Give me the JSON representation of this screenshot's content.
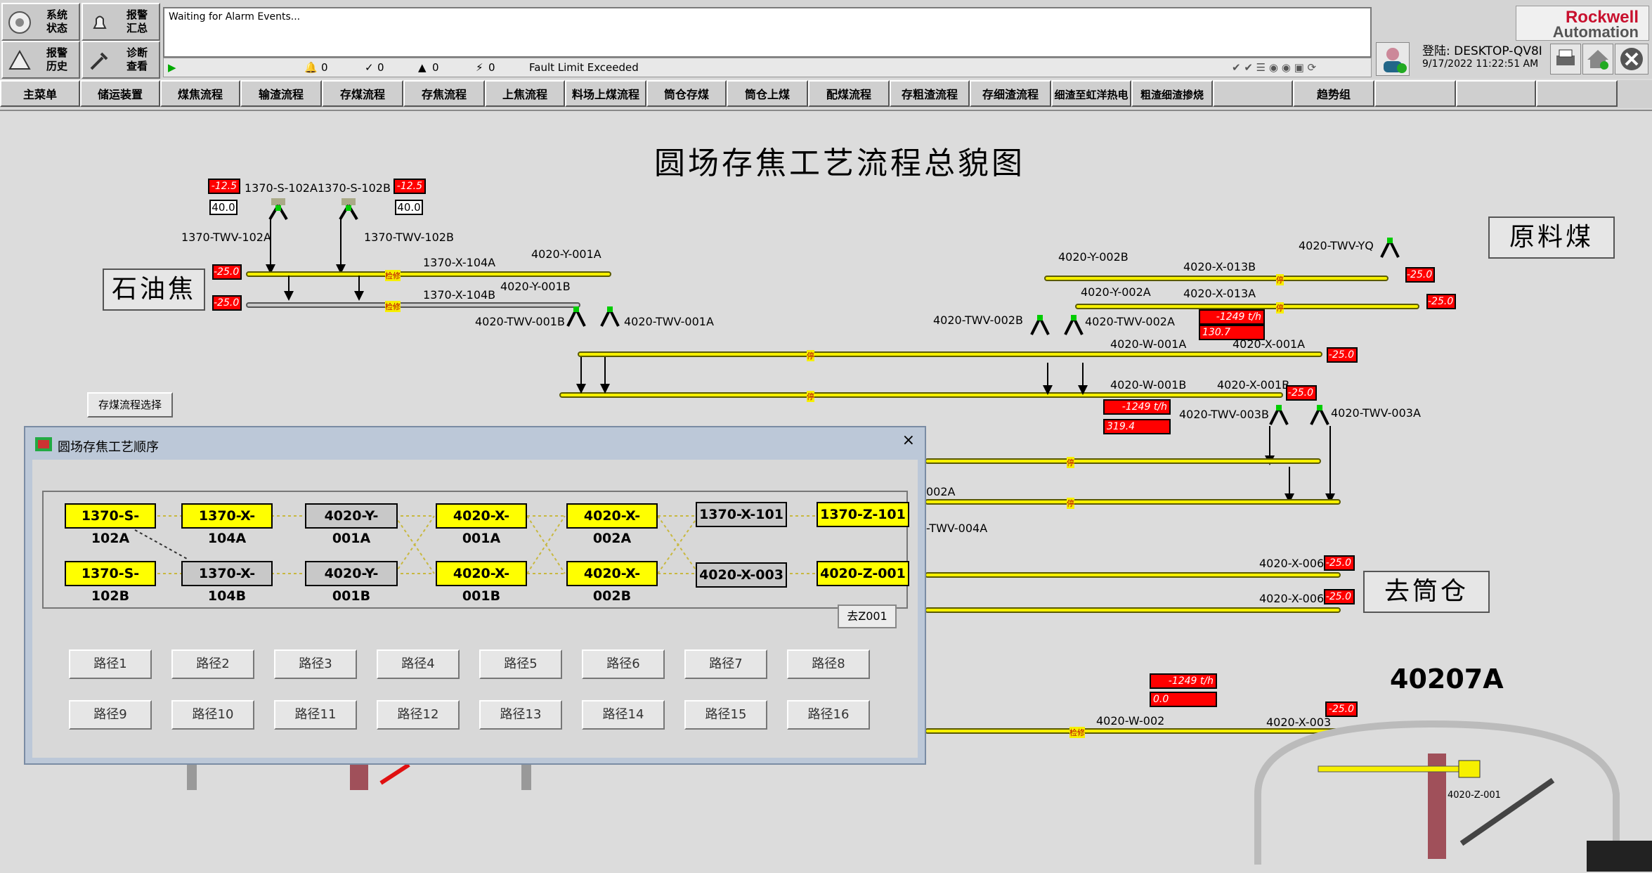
{
  "header": {
    "buttons": [
      {
        "label": "系统\n状态",
        "icon": "system-status-icon"
      },
      {
        "label": "报警\n汇总",
        "icon": "alarm-bell-icon"
      },
      {
        "label": "报警\n历史",
        "icon": "alarm-history-icon"
      },
      {
        "label": "诊断\n查看",
        "icon": "diagnostic-tools-icon"
      }
    ],
    "alarm_text": "Waiting for Alarm Events...",
    "alarm_counts": [
      "0",
      "0",
      "0",
      "0"
    ],
    "fault_text": "Fault Limit Exceeded",
    "brand_line1": "Rockwell",
    "brand_line2": "Automation",
    "login_label": "登陆: DESKTOP-QV8I",
    "datetime": "9/17/2022 11:22:51 AM"
  },
  "menu": [
    "主菜单",
    "储运装置",
    "煤焦流程",
    "输渣流程",
    "存煤流程",
    "存焦流程",
    "上焦流程",
    "料场上煤流程",
    "筒仓存煤",
    "筒仓上煤",
    "配煤流程",
    "存粗渣流程",
    "存细渣流程",
    "细渣至虹洋热电",
    "粗渣细渣掺烧",
    "趋势组"
  ],
  "diagram": {
    "title": "圆场存焦工艺流程总貌图",
    "sources": {
      "left": "石油焦",
      "right": "原料煤",
      "dest": "去筒仓"
    },
    "select_button": "存煤流程选择",
    "labels": {
      "s102a": "1370-S-102A",
      "s102b": "1370-S-102B",
      "twv102a": "1370-TWV-102A",
      "twv102b": "1370-TWV-102B",
      "x104a": "1370-X-104A",
      "x104b": "1370-X-104B",
      "y001a": "4020-Y-001A",
      "y001b": "4020-Y-001B",
      "twv001b": "4020-TWV-001B",
      "twv001a": "4020-TWV-001A",
      "y002b": "4020-Y-002B",
      "y002a": "4020-Y-002A",
      "x013b": "4020-X-013B",
      "x013a": "4020-X-013A",
      "twvyq": "4020-TWV-YQ",
      "twv002b": "4020-TWV-002B",
      "twv002a": "4020-TWV-002A",
      "w001a": "4020-W-001A",
      "x001a": "4020-X-001A",
      "w001b": "4020-W-001B",
      "x001b": "4020-X-001B",
      "twv003b": "4020-TWV-003B",
      "twv003a": "4020-TWV-003A",
      "x002a": "002A",
      "twv004a": "-TWV-004A",
      "x006a": "4020-X-006",
      "x006b": "4020-X-006",
      "w002": "4020-W-002",
      "x003": "4020-X-003",
      "z001": "4020-Z-001",
      "silo": "40207A"
    },
    "values": {
      "v102a_red": "-12.5",
      "v102a_set": "40.0",
      "v102b_red": "-12.5",
      "v102b_set": "40.0",
      "x104a_red": "-25.0",
      "x104b_red": "-25.0",
      "x013b_red": "-25.0",
      "x013a_red": "-25.0",
      "w001a_flow": "-1249 t/h",
      "w001a_total": "130.7",
      "x001a_red": "-25.0",
      "x001b_red": "-25.0",
      "w001b_flow": "-1249 t/h",
      "w001b_total": "319.4",
      "x006a_red": "-25.0",
      "x006b_red": "-25.0",
      "w002_flow": "-1249 t/h",
      "w002_total": "0.0",
      "x003_red": "-25.0"
    },
    "tags": {
      "maint": "检修",
      "run": "停"
    }
  },
  "dialog": {
    "title": "圆场存焦工艺顺序",
    "close": "×",
    "nodes_top": [
      {
        "label": "1370-S-102A",
        "state": "y"
      },
      {
        "label": "1370-X-104A",
        "state": "y"
      },
      {
        "label": "4020-Y-001A",
        "state": "g"
      },
      {
        "label": "4020-X-001A",
        "state": "y"
      },
      {
        "label": "4020-X-002A",
        "state": "y"
      },
      {
        "label": "1370-X-101",
        "state": "g"
      },
      {
        "label": "1370-Z-101",
        "state": "y"
      }
    ],
    "nodes_bottom": [
      {
        "label": "1370-S-102B",
        "state": "y"
      },
      {
        "label": "1370-X-104B",
        "state": "g"
      },
      {
        "label": "4020-Y-001B",
        "state": "g"
      },
      {
        "label": "4020-X-001B",
        "state": "y"
      },
      {
        "label": "4020-X-002B",
        "state": "y"
      },
      {
        "label": "4020-X-003",
        "state": "g"
      },
      {
        "label": "4020-Z-001",
        "state": "y"
      }
    ],
    "goto_button": "去Z001",
    "routes": [
      "路径1",
      "路径2",
      "路径3",
      "路径4",
      "路径5",
      "路径6",
      "路径7",
      "路径8",
      "路径9",
      "路径10",
      "路径11",
      "路径12",
      "路径13",
      "路径14",
      "路径15",
      "路径16"
    ]
  }
}
